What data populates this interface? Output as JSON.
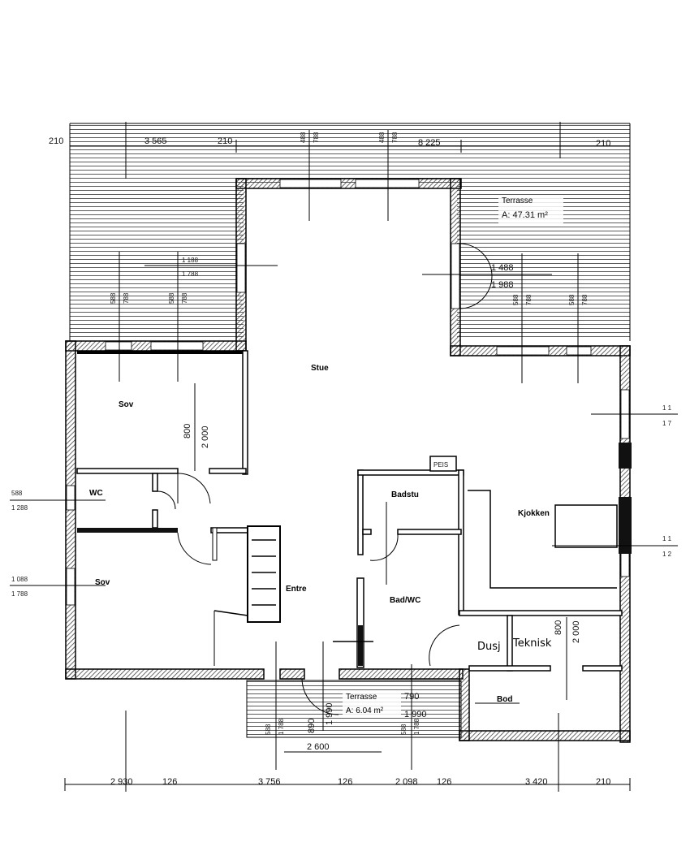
{
  "rooms": {
    "stue": "Stue",
    "sov_top": "Sov",
    "sov_bottom": "Sov",
    "wc": "WC",
    "entre": "Entre",
    "badstu": "Badstu",
    "bad_wc": "Bad/WC",
    "kjokken": "Kjokken",
    "dusj": "Dusj",
    "teknisk": "Teknisk",
    "bod": "Bod",
    "peis": "PEIS"
  },
  "terrace_top": {
    "label": "Terrasse",
    "area": "A: 47.31 m²"
  },
  "terrace_bottom": {
    "label": "Terrasse",
    "area": "A: 6.04 m²"
  },
  "dimensions_top": {
    "d1": "210",
    "d2": "3 565",
    "d3": "210",
    "d4": "8 225",
    "d5": "210"
  },
  "dimensions_bottom": {
    "d1": "2 930",
    "d2": "126",
    "d3": "3 756",
    "d4": "126",
    "d5": "2 098",
    "d6": "126",
    "d7": "3 420",
    "d8": "210"
  },
  "dimensions_left": {
    "a1": "588",
    "a2": "1 288",
    "b1": "1 088",
    "b2": "1 788"
  },
  "dimensions_right": {
    "a1": "1 1",
    "a2": "1 7",
    "b1": "1 1",
    "b2": "1 2"
  },
  "dimensions_misc": {
    "top_w1": "488",
    "top_w2": "788",
    "top_w3": "488",
    "top_w4": "788",
    "door_top_1": "1 188",
    "door_top_2": "1 788",
    "door_right_1": "1 488",
    "door_right_2": "1 988",
    "win_l1": "588",
    "win_l2": "788",
    "win_l3": "588",
    "win_l4": "788",
    "win_r1": "588",
    "win_r2": "788",
    "win_r3": "588",
    "win_r4": "788",
    "sov_door_1": "800",
    "sov_door_2": "2 000",
    "teknisk_door_1": "800",
    "teknisk_door_2": "2 000",
    "bot_door_1": "790",
    "bot_door_2": "1 990",
    "bot_a1": "890",
    "bot_a2": "1 990",
    "bot_w1": "2 600",
    "bot_s1": "588",
    "bot_s2": "1 788",
    "bot_s3": "588",
    "bot_s4": "1 788"
  }
}
